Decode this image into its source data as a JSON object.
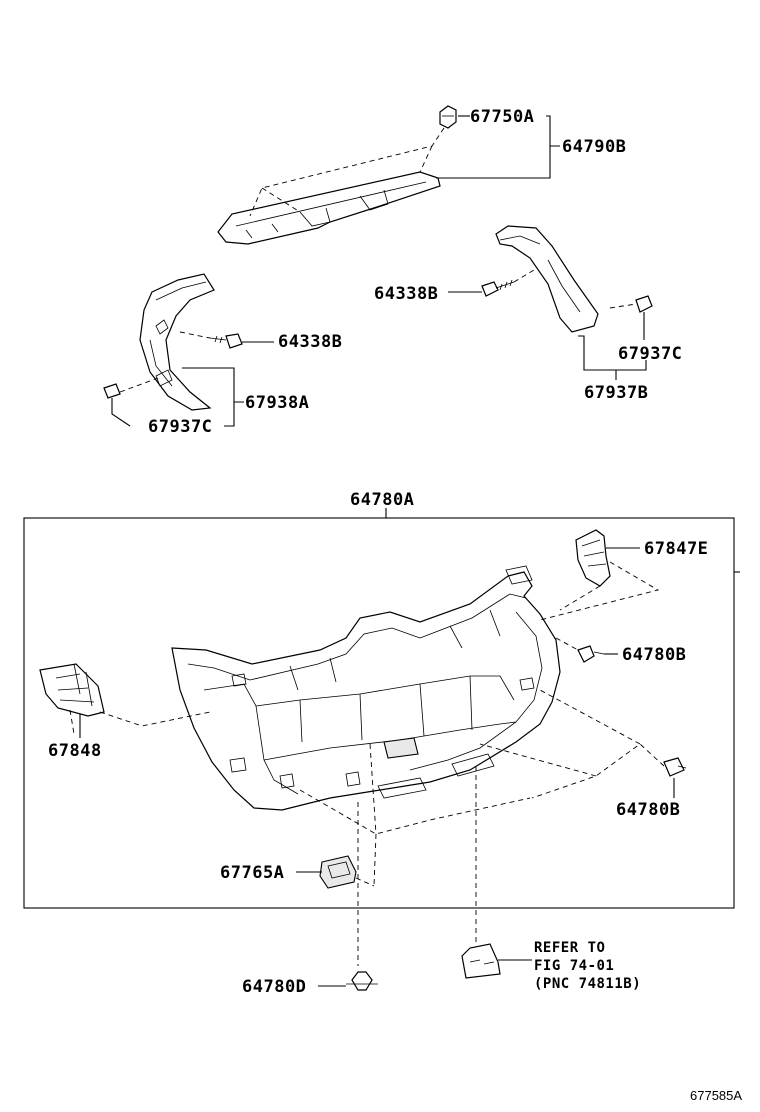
{
  "diagram": {
    "labels": {
      "p67750A": "67750A",
      "p64790B": "64790B",
      "p64338B_right": "64338B",
      "p64338B_left": "64338B",
      "p67937C_right": "67937C",
      "p67937B": "67937B",
      "p67938A": "67938A",
      "p67937C_left": "67937C",
      "p64780A": "64780A",
      "p67847E": "67847E",
      "p64780B_upper": "64780B",
      "p67848": "67848",
      "p64780B_lower": "64780B",
      "p67765A": "67765A",
      "p64780D": "64780D"
    },
    "refer_note": {
      "line1": "REFER TO",
      "line2": "FIG 74-01",
      "line3": "(PNC 74811B)"
    },
    "figure_id": "677585A"
  }
}
